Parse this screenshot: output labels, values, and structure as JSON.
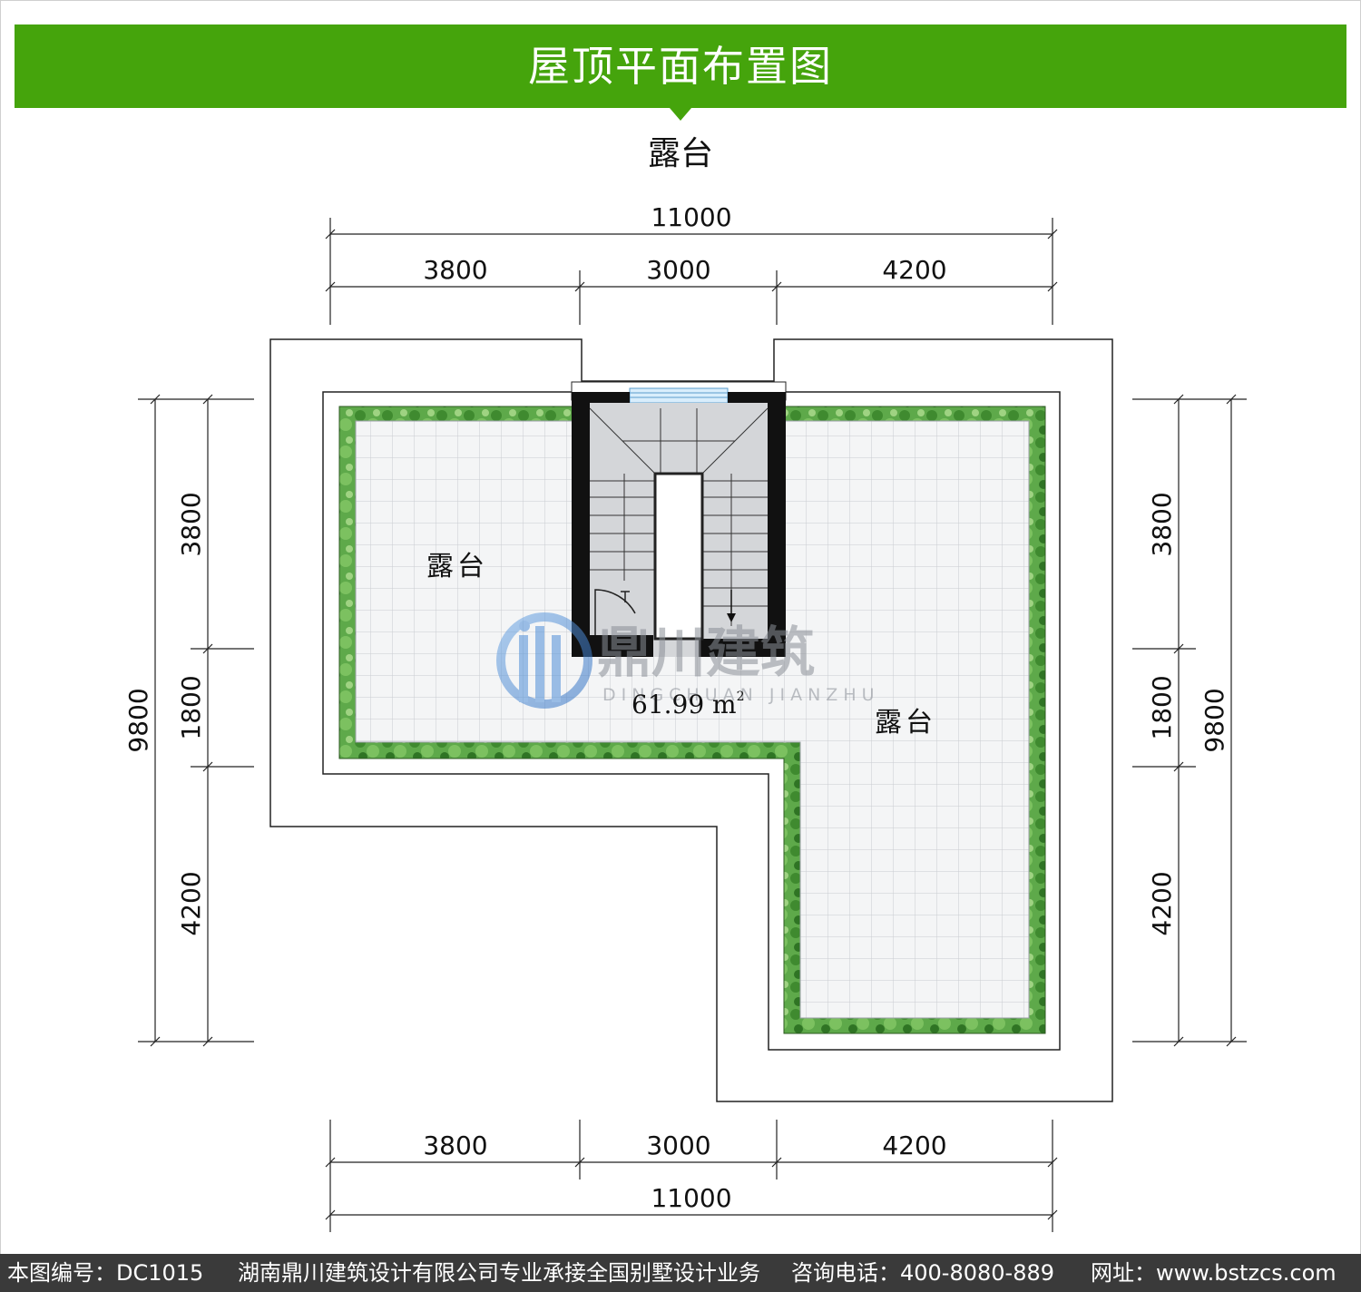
{
  "header": {
    "title": "屋顶平面布置图"
  },
  "top_label": "露台",
  "dimensions": {
    "top_total": "11000",
    "top_segments": [
      "3800",
      "3000",
      "4200"
    ],
    "bottom_total": "11000",
    "bottom_segments": [
      "3800",
      "3000",
      "4200"
    ],
    "left_total": "9800",
    "left_segments": [
      "3800",
      "1800",
      "4200"
    ],
    "right_total": "9800",
    "right_segments": [
      "3800",
      "1800",
      "4200"
    ]
  },
  "rooms": {
    "terrace_left": "露台",
    "terrace_right": "露台",
    "area_value": "61.99 m",
    "area_unit_sup": "2"
  },
  "watermark": {
    "brand_cn": "鼎川建筑",
    "brand_en": "DINGCHUAN JIANZHU"
  },
  "footer": {
    "drawing_no": "本图编号：DC1015",
    "company": "湖南鼎川建筑设计有限公司专业承接全国别墅设计业务",
    "phone": "咨询电话：400-8080-889",
    "website": "网址：www.bstzcs.com"
  },
  "colors": {
    "header_green": "#45a40c",
    "footer_bg": "#3a3a3a",
    "hedge_green": "#4f9b3a",
    "tile_line": "#c9ccd0",
    "wall": "#111111"
  }
}
